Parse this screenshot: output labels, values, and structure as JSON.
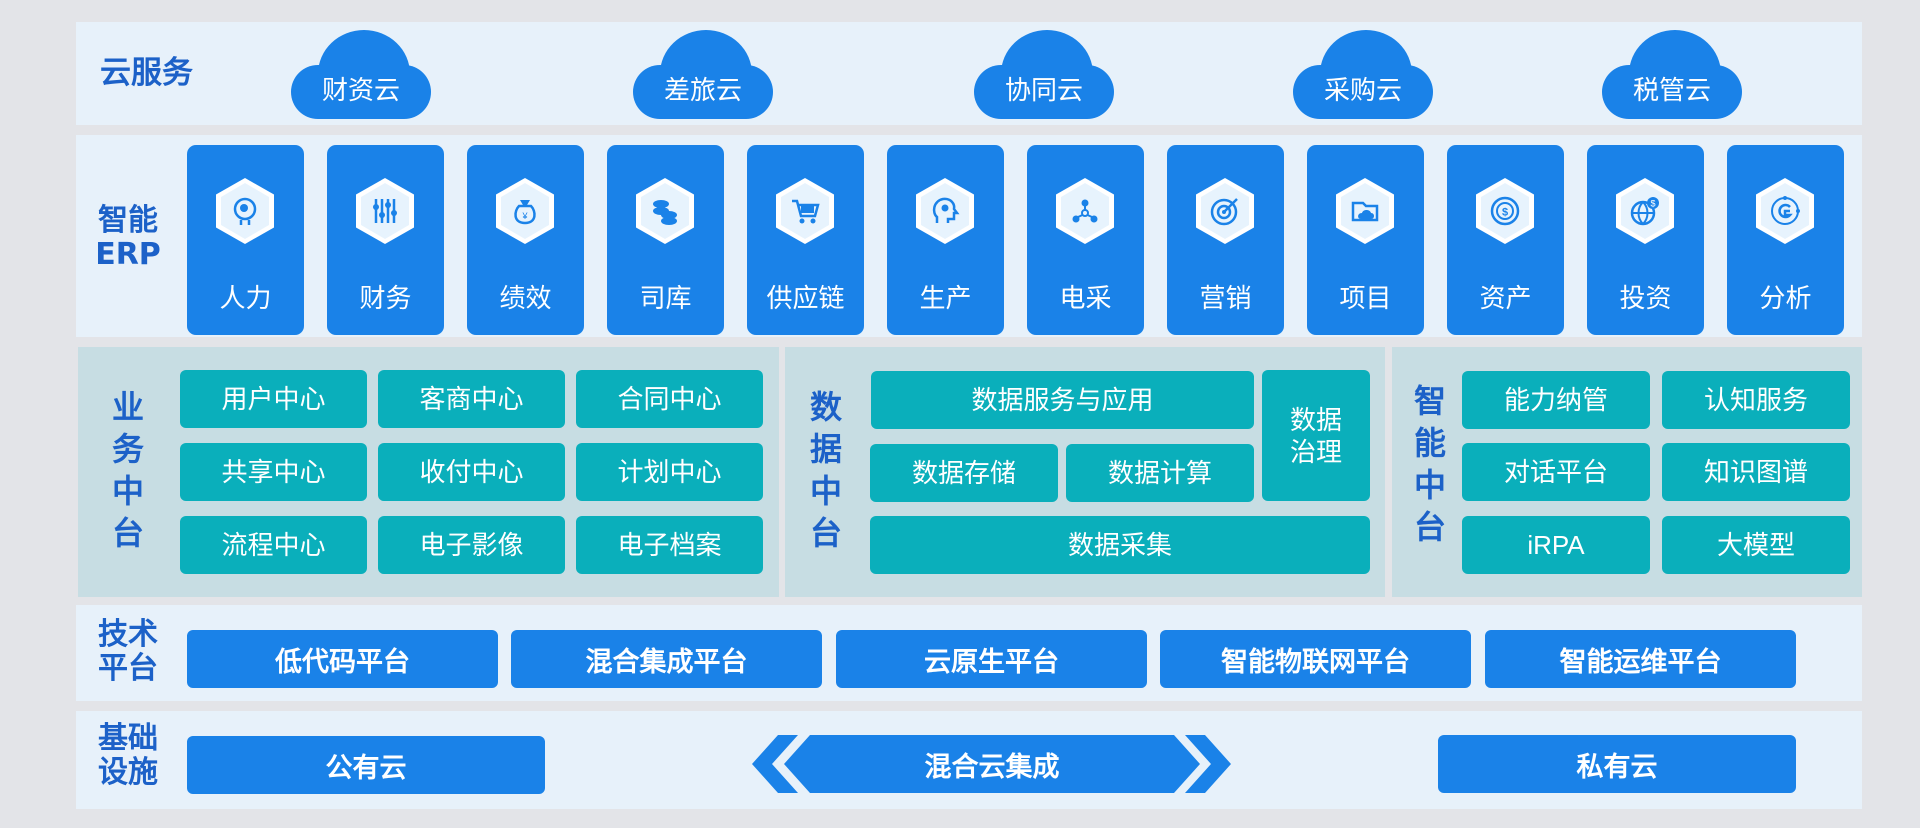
{
  "cloud_services": {
    "label": "云服务",
    "items": [
      "财资云",
      "差旅云",
      "协同云",
      "采购云",
      "税管云"
    ]
  },
  "erp": {
    "label_line1": "智能",
    "label_line2": "ERP",
    "items": [
      {
        "label": "人力",
        "icon": "person-head-icon"
      },
      {
        "label": "财务",
        "icon": "sliders-icon"
      },
      {
        "label": "绩效",
        "icon": "money-bag-icon"
      },
      {
        "label": "司库",
        "icon": "coin-stack-icon"
      },
      {
        "label": "供应链",
        "icon": "shopping-cart-icon"
      },
      {
        "label": "生产",
        "icon": "gear-head-icon"
      },
      {
        "label": "电采",
        "icon": "network-icon"
      },
      {
        "label": "营销",
        "icon": "target-icon"
      },
      {
        "label": "项目",
        "icon": "cloud-folder-icon"
      },
      {
        "label": "资产",
        "icon": "dollar-coin-icon"
      },
      {
        "label": "投资",
        "icon": "globe-dollar-icon"
      },
      {
        "label": "分析",
        "icon": "analysis-circle-icon"
      }
    ]
  },
  "business_platform": {
    "label": "业务中台",
    "items": [
      "用户中心",
      "客商中心",
      "合同中心",
      "共享中心",
      "收付中心",
      "计划中心",
      "流程中心",
      "电子影像",
      "电子档案"
    ]
  },
  "data_platform": {
    "label": "数据中台",
    "services": "数据服务与应用",
    "storage": "数据存储",
    "compute": "数据计算",
    "governance_line1": "数据",
    "governance_line2": "治理",
    "collection": "数据采集"
  },
  "ai_platform": {
    "label": "智能中台",
    "items": [
      "能力纳管",
      "认知服务",
      "对话平台",
      "知识图谱",
      "iRPA",
      "大模型"
    ]
  },
  "tech_platform": {
    "label_line1": "技术",
    "label_line2": "平台",
    "items": [
      "低代码平台",
      "混合集成平台",
      "云原生平台",
      "智能物联网平台",
      "智能运维平台"
    ]
  },
  "infrastructure": {
    "label_line1": "基础",
    "label_line2": "设施",
    "public_cloud": "公有云",
    "hybrid": "混合云集成",
    "private_cloud": "私有云"
  },
  "colors": {
    "background": "#e3e4e8",
    "band": "#e7f1fa",
    "primary_blue": "#1a82e8",
    "teal": "#0aafbb",
    "label_blue": "#1c61c8",
    "mid_panel": "#c7dde3"
  }
}
